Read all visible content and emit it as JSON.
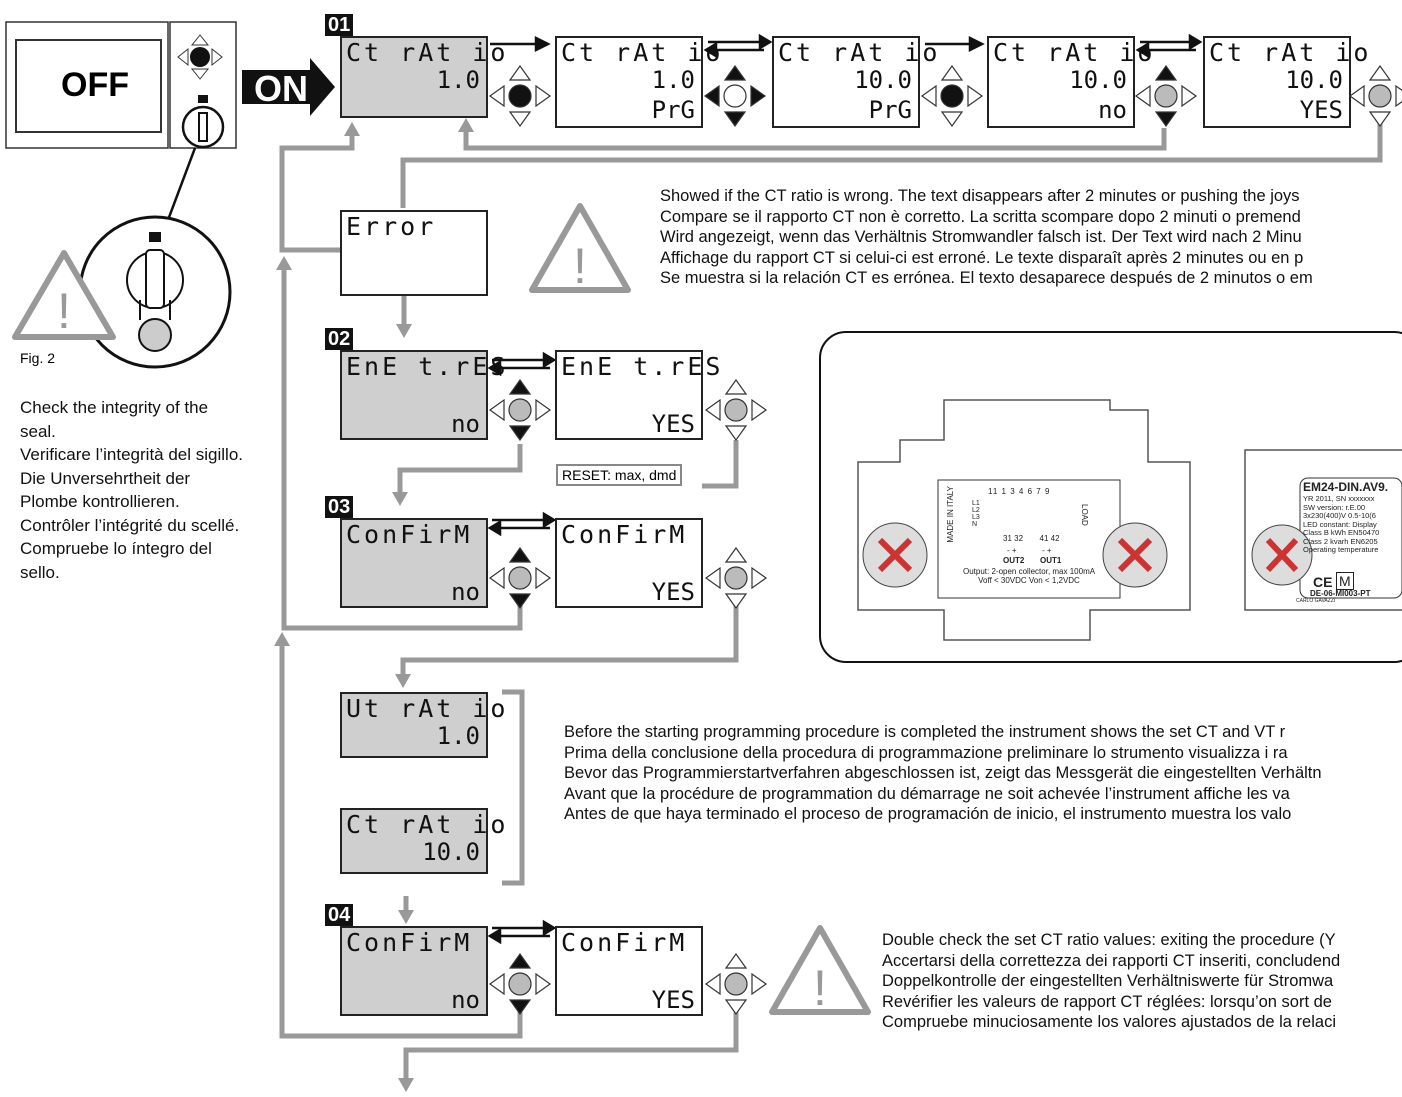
{
  "switch": {
    "off_label": "OFF",
    "on_label": "ON",
    "fig_label": "Fig. 2"
  },
  "seal_note": [
    "Check the integrity of the seal.",
    "Verificare l’integrità del sigillo.",
    "Die Unversehrtheit der Plombe kontrollieren.",
    "Contrôler l’intégrité du scellé.",
    "Compruebe lo íntegro del sello."
  ],
  "steps": {
    "s01": "01",
    "s02": "02",
    "s03": "03",
    "s04": "04"
  },
  "displays": {
    "d01a": [
      "Ct rAt io",
      "1.0",
      ""
    ],
    "d01b": [
      "Ct rAt io",
      "1.0",
      "PrG"
    ],
    "d01c": [
      "Ct rAt io",
      "10.0",
      "PrG"
    ],
    "d01d": [
      "Ct rAt io",
      "10.0",
      "no"
    ],
    "d01e": [
      "Ct rAt io",
      "10.0",
      "YES"
    ],
    "err": [
      "Error",
      "",
      ""
    ],
    "d02a": [
      "EnE t.rES",
      "",
      "no"
    ],
    "d02b": [
      "EnE t.rES",
      "",
      "YES"
    ],
    "d03a": [
      "ConFirM",
      "",
      "no"
    ],
    "d03b": [
      "ConFirM",
      "",
      "YES"
    ],
    "vt": [
      "Ut rAt io",
      "1.0",
      ""
    ],
    "ct": [
      "Ct rAt io",
      "10.0",
      ""
    ],
    "d04a": [
      "ConFirM",
      "",
      "no"
    ],
    "d04b": [
      "ConFirM",
      "",
      "YES"
    ]
  },
  "reset_label": "RESET: max, dmd",
  "error_note": [
    "Showed if the CT ratio is wrong. The text disappears after 2 minutes or pushing the joys",
    "Compare se il rapporto CT non è corretto. La scritta scompare dopo 2 minuti o premend",
    "Wird angezeigt, wenn das Verhältnis Stromwandler falsch ist. Der Text wird nach 2 Minu",
    "Affichage du rapport CT si celui-ci est erroné. Le texte disparaît après 2 minutes ou en p",
    "Se muestra si la relación CT es errónea. El texto desaparece después de 2 minutos o em"
  ],
  "summary_note": [
    "Before the starting programming procedure is completed the instrument shows the set CT and VT r",
    "Prima della conclusione della procedura di programmazione preliminare lo strumento visualizza i ra",
    "Bevor das Programmierstartverfahren abgeschlossen ist, zeigt das Messgerät die eingestellten Verhältn",
    "Avant que la procédure de programmation du démarrage ne soit achevée l’instrument affiche les va",
    "Antes de que haya terminado el proceso de programación de inicio, el instrumento muestra los valo"
  ],
  "confirm_note": [
    "Double check the set CT ratio values: exiting the procedure (Y",
    "Accertarsi della correttezza dei rapporti CT inseriti, concludend",
    "Doppelkontrolle der eingestellten Verhältniswerte für Stromwa",
    "Revérifier les valeurs de rapport CT réglées: lorsqu’on sort de",
    "Compruebe minuciosamente los valores ajustados de la relaci"
  ],
  "device": {
    "made_in": "MADE IN ITALY",
    "terms_top": [
      "11",
      "1",
      "3",
      "4",
      "6",
      "7",
      "9"
    ],
    "phases": [
      "L1",
      "L2",
      "L3",
      "N"
    ],
    "load": "LOAD",
    "terms_out": [
      "31",
      "32",
      "41",
      "42"
    ],
    "pm": "- +",
    "out2": "OUT2",
    "out1": "OUT1",
    "output_spec": [
      "Output: 2-open collector, max 100mA",
      "Voff < 30VDC Von < 1,2VDC"
    ],
    "model": "EM24-DIN.AV9.",
    "label_lines": [
      "YR 2011, SN xxxxxxx",
      "SW version: r.E.00",
      "3x230(400)V  0.5-10(6",
      "LED constant: Display",
      "Class B kWh EN50470",
      "Class 2 kvarh EN6205",
      "Operating temperature"
    ],
    "brand": "CARLO GAVAZZI",
    "ce": "CE",
    "m": "M",
    "code": "DE-06-MI003-PT"
  }
}
